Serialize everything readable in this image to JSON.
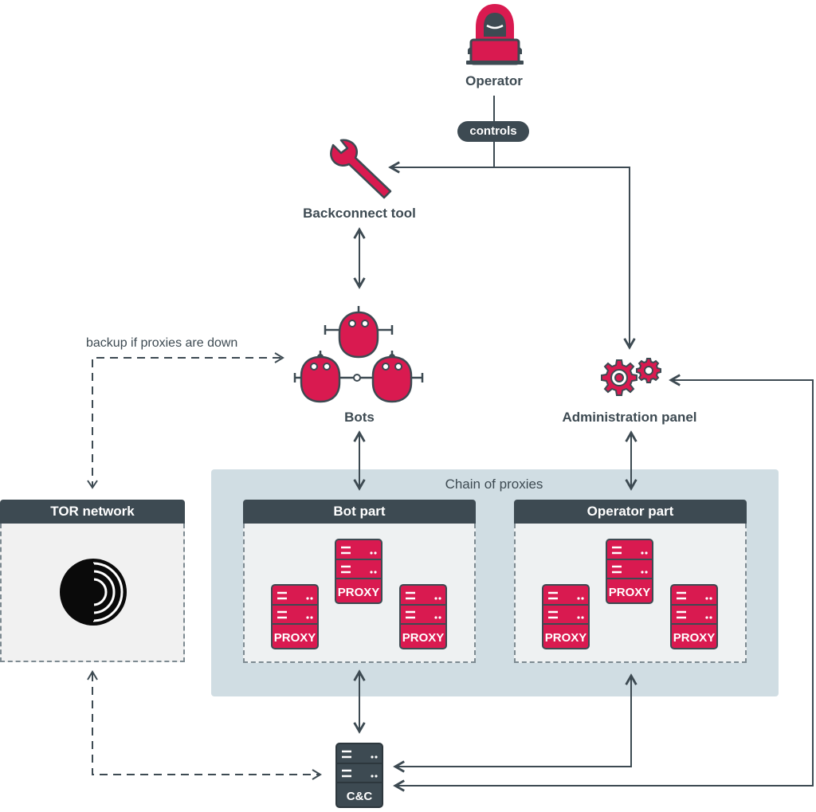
{
  "nodes": {
    "operator": "Operator",
    "controls": "controls",
    "backconnect": "Backconnect tool",
    "bots": "Bots",
    "admin": "Administration panel",
    "backup": "backup if proxies are down",
    "chain": "Chain of proxies",
    "tor": "TOR network",
    "bot_part": "Bot part",
    "operator_part": "Operator part",
    "proxy": "PROXY",
    "cc": "C&C"
  },
  "colors": {
    "accent": "#d91a50",
    "dark": "#3d4a52",
    "chain_bg": "#d0dde3",
    "panel_bg": "#eef1f2"
  }
}
